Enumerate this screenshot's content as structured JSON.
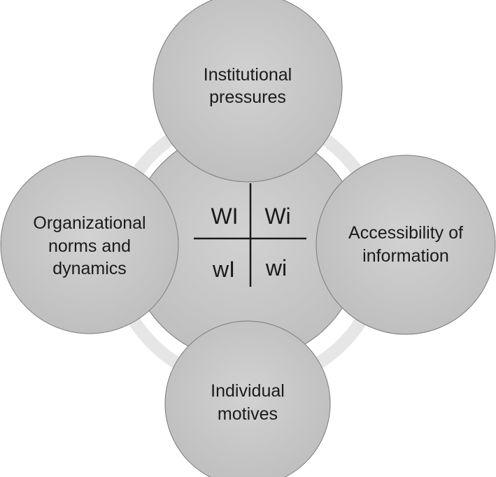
{
  "nodes": {
    "top": {
      "lines": [
        "Institutional",
        "pressures"
      ]
    },
    "left": {
      "lines": [
        "Organizational",
        "norms and",
        "dynamics"
      ]
    },
    "right": {
      "lines": [
        "Accessibility of",
        "information"
      ]
    },
    "bottom": {
      "lines": [
        "Individual",
        "motives"
      ]
    }
  },
  "quadrants": {
    "top_left": "WI",
    "top_right": "Wi",
    "bottom_left": "wI",
    "bottom_right": "wi"
  },
  "colors": {
    "circle_fill": "#c8c8c8",
    "circle_stroke": "#7a7a7a",
    "ring": "#e6e6e6",
    "axis": "#1a1a1a",
    "text": "#1a1a1a"
  }
}
